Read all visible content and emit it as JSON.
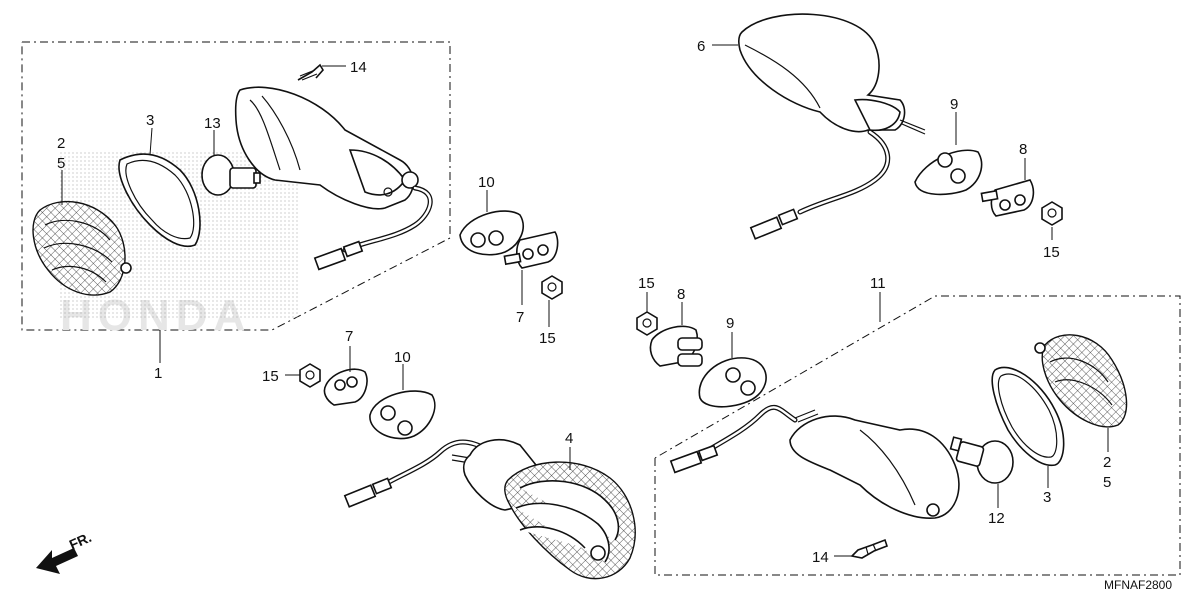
{
  "diagram": {
    "code": "MFNAF2800",
    "front_marker": "FR.",
    "callouts": {
      "c1": "1",
      "c2_top": "2",
      "c5_top": "5",
      "c3_top": "3",
      "c13": "13",
      "c14_top": "14",
      "c10_top": "10",
      "c7_top": "7",
      "c15_top": "15",
      "c6": "6",
      "c9_top": "9",
      "c8_top": "8",
      "c15_right": "15",
      "c11": "11",
      "c15_mid": "15",
      "c8_mid": "8",
      "c9_mid": "9",
      "c2_bottom": "2",
      "c5_bottom": "5",
      "c3_bottom": "3",
      "c12": "12",
      "c14_bottom": "14",
      "c15_left": "15",
      "c7_bottom": "7",
      "c10_bottom": "10",
      "c4": "4"
    },
    "watermark_text": "HONDA"
  }
}
